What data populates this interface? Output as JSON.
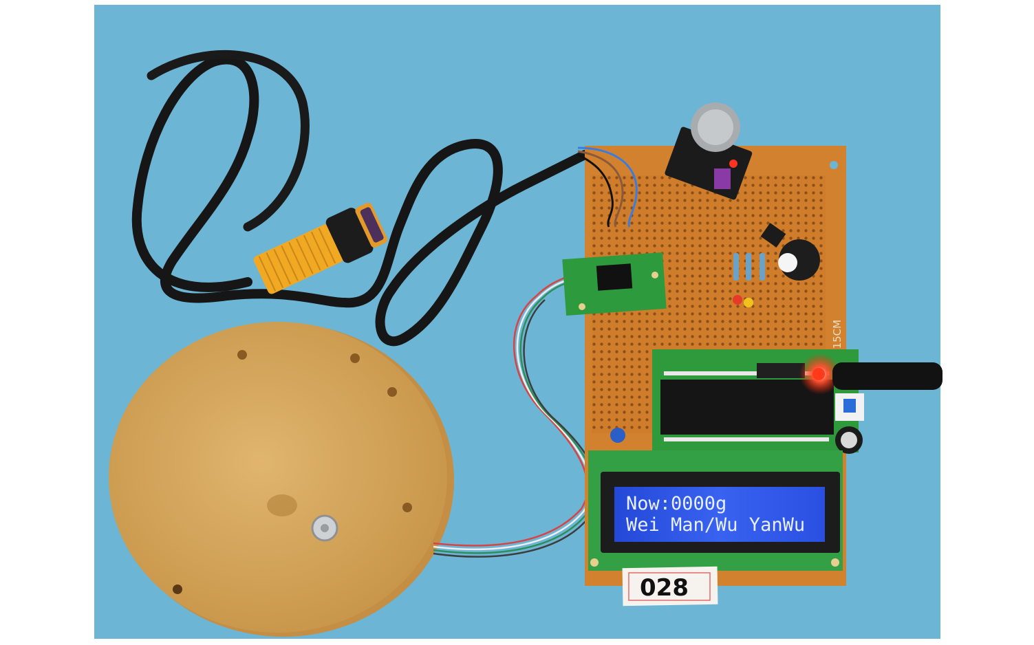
{
  "scene": {
    "lcd": {
      "line1": "Now:0000g",
      "line2": "Wei Man/Wu YanWu"
    },
    "tag": {
      "number": "028"
    },
    "board_marking": "+15CM"
  },
  "colors": {
    "background": "#6bb4d4",
    "perfboard": "#d2822e",
    "lcd_screen": "#2f57e6",
    "pcb_green": "#2f9a3c",
    "sensor_yellow": "#f0a623",
    "platform": "#d8a861"
  }
}
